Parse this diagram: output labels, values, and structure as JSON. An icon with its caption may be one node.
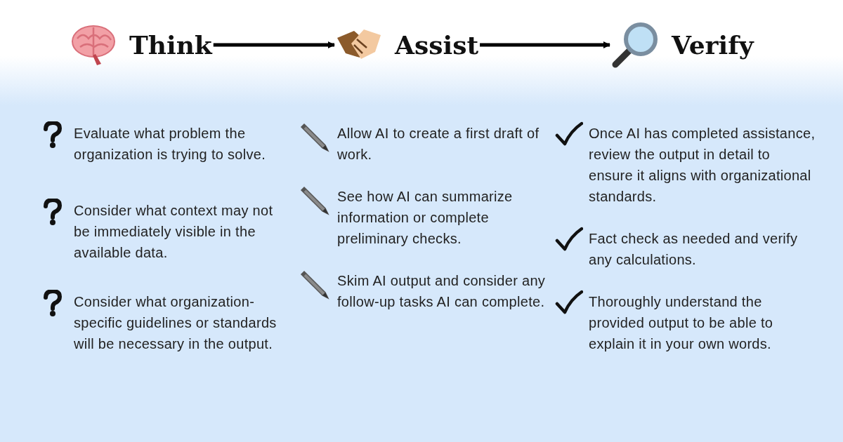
{
  "diagram": {
    "nodes": [
      {
        "text": [
          "Think"
        ]
      },
      {
        "text": [
          "Assist"
        ]
      },
      {
        "text": [
          "Verify"
        ]
      }
    ],
    "edges": [
      {
        "from": 0,
        "to": 1,
        "arrow": "to"
      },
      {
        "from": 1,
        "to": 2,
        "arrow": "to"
      }
    ],
    "labels": [
      "Evaluate what problem the organization is trying to solve.",
      "Consider what context may not be immediately visible in the available data.",
      "Consider what organization-specific guidelines or standards will be necessary in the output.",
      "Allow AI to create a first draft of work.",
      "See how AI can summarize information or complete preliminary checks.",
      "Skim AI output and consider any follow-up tasks AI can complete.",
      "Once AI has completed assistance, review the output in detail to ensure it aligns with organizational standards.",
      "Fact check as needed and verify any calculations.",
      "Thoroughly understand the provided output to be able to explain it in your own words."
    ]
  }
}
